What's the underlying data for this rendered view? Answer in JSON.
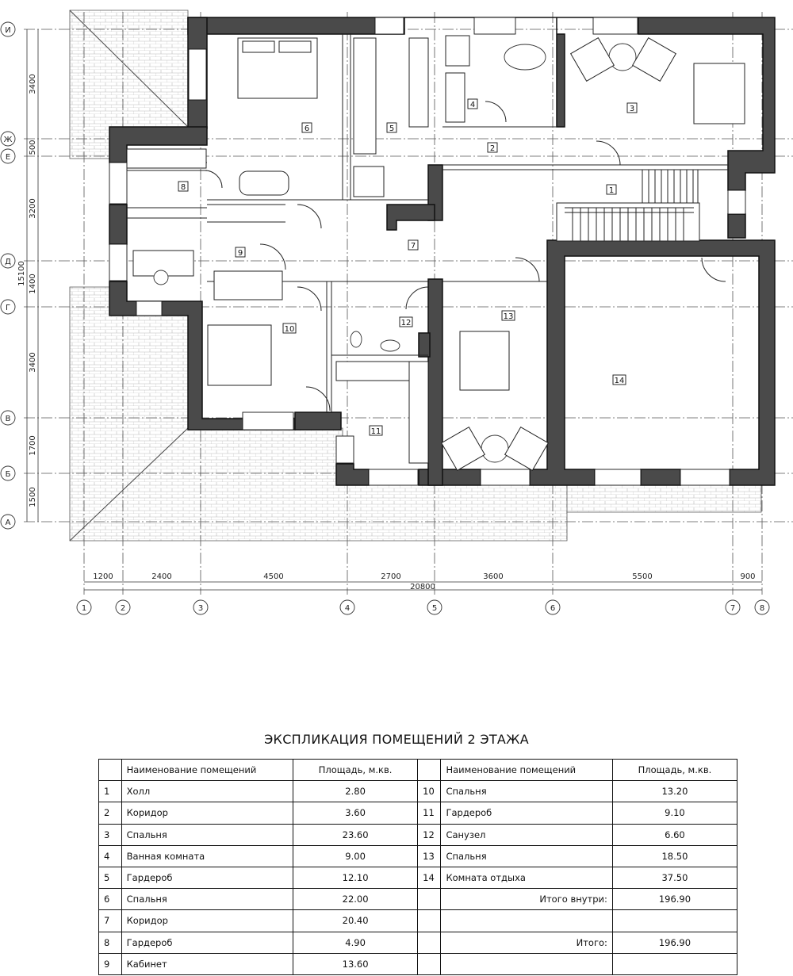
{
  "axes_rows": [
    "И",
    "Ж",
    "Е",
    "Д",
    "Г",
    "В",
    "Б",
    "А"
  ],
  "axes_cols": [
    "1",
    "2",
    "3",
    "4",
    "5",
    "6",
    "7",
    "8"
  ],
  "dims_bottom": [
    "1200",
    "2400",
    "4500",
    "2700",
    "3600",
    "5500",
    "900"
  ],
  "dim_total": "20800",
  "dims_left": [
    "3400",
    "500",
    "3200",
    "1400",
    "3400",
    "1700",
    "1500"
  ],
  "dim_left_total": "15100",
  "room_numbers": [
    "1",
    "2",
    "3",
    "4",
    "5",
    "6",
    "7",
    "8",
    "9",
    "10",
    "11",
    "12",
    "13",
    "14"
  ],
  "explication": {
    "title": "ЭКСПЛИКАЦИЯ ПОМЕЩЕНИЙ 2 ЭТАЖА",
    "header_name": "Наименование помещений",
    "header_area_left": "Площадь, м.кв.",
    "header_area_right": "Площадь, м.кв.",
    "left": [
      {
        "num": "1",
        "name": "Холл",
        "area": "2.80"
      },
      {
        "num": "2",
        "name": "Коридор",
        "area": "3.60"
      },
      {
        "num": "3",
        "name": "Спальня",
        "area": "23.60"
      },
      {
        "num": "4",
        "name": "Ванная комната",
        "area": "9.00"
      },
      {
        "num": "5",
        "name": "Гардероб",
        "area": "12.10"
      },
      {
        "num": "6",
        "name": "Спальня",
        "area": "22.00"
      },
      {
        "num": "7",
        "name": "Коридор",
        "area": "20.40"
      },
      {
        "num": "8",
        "name": "Гардероб",
        "area": "4.90"
      },
      {
        "num": "9",
        "name": "Кабинет",
        "area": "13.60"
      }
    ],
    "right": [
      {
        "num": "10",
        "name": "Спальня",
        "area": "13.20"
      },
      {
        "num": "11",
        "name": "Гардероб",
        "area": "9.10"
      },
      {
        "num": "12",
        "name": "Санузел",
        "area": "6.60"
      },
      {
        "num": "13",
        "name": "Спальня",
        "area": "18.50"
      },
      {
        "num": "14",
        "name": "Комната отдыха",
        "area": "37.50"
      }
    ],
    "total_inside_label": "Итого внутри:",
    "total_inside": "196.90",
    "total_label": "Итого:",
    "total": "196.90"
  }
}
